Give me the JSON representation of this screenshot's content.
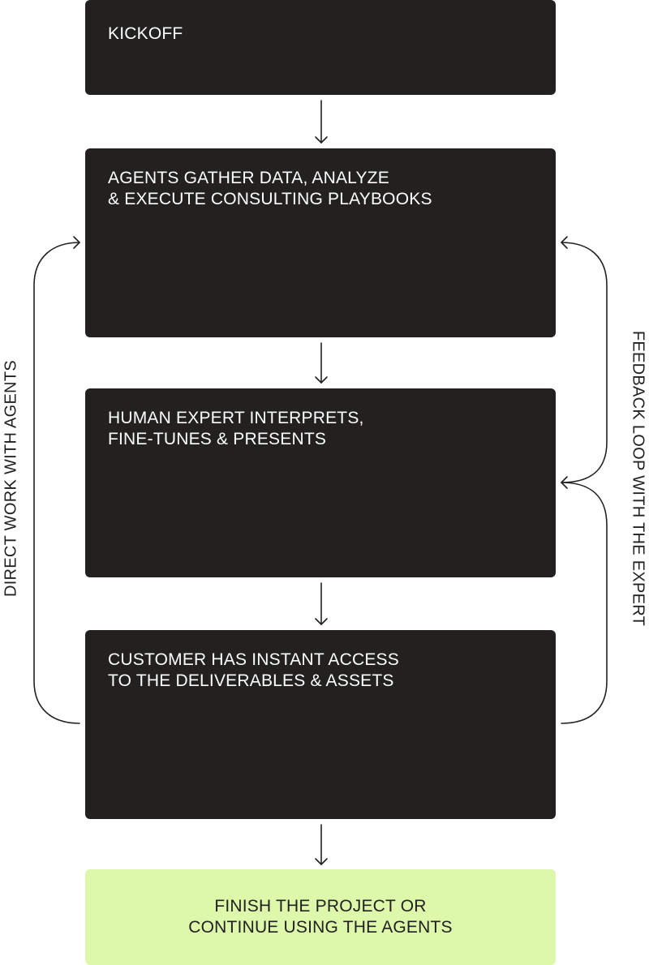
{
  "steps": [
    {
      "lines": [
        "KICKOFF"
      ]
    },
    {
      "lines": [
        "AGENTS GATHER DATA, ANALYZE",
        "& EXECUTE CONSULTING PLAYBOOKS"
      ]
    },
    {
      "lines": [
        "HUMAN EXPERT INTERPRETS,",
        "FINE-TUNES & PRESENTS"
      ]
    },
    {
      "lines": [
        "CUSTOMER HAS INSTANT ACCESS",
        "TO THE DELIVERABLES & ASSETS"
      ]
    },
    {
      "lines": [
        "FINISH THE PROJECT OR",
        "CONTINUE USING THE AGENTS"
      ]
    }
  ],
  "side_labels": {
    "left": "DIRECT WORK WITH AGENTS",
    "right": "FEEDBACK LOOP WITH THE EXPERT"
  },
  "colors": {
    "box_dark": "#222120",
    "box_final": "#ddf7ab",
    "text_light": "#ffffff",
    "text_dark": "#222120",
    "line": "#222120"
  }
}
